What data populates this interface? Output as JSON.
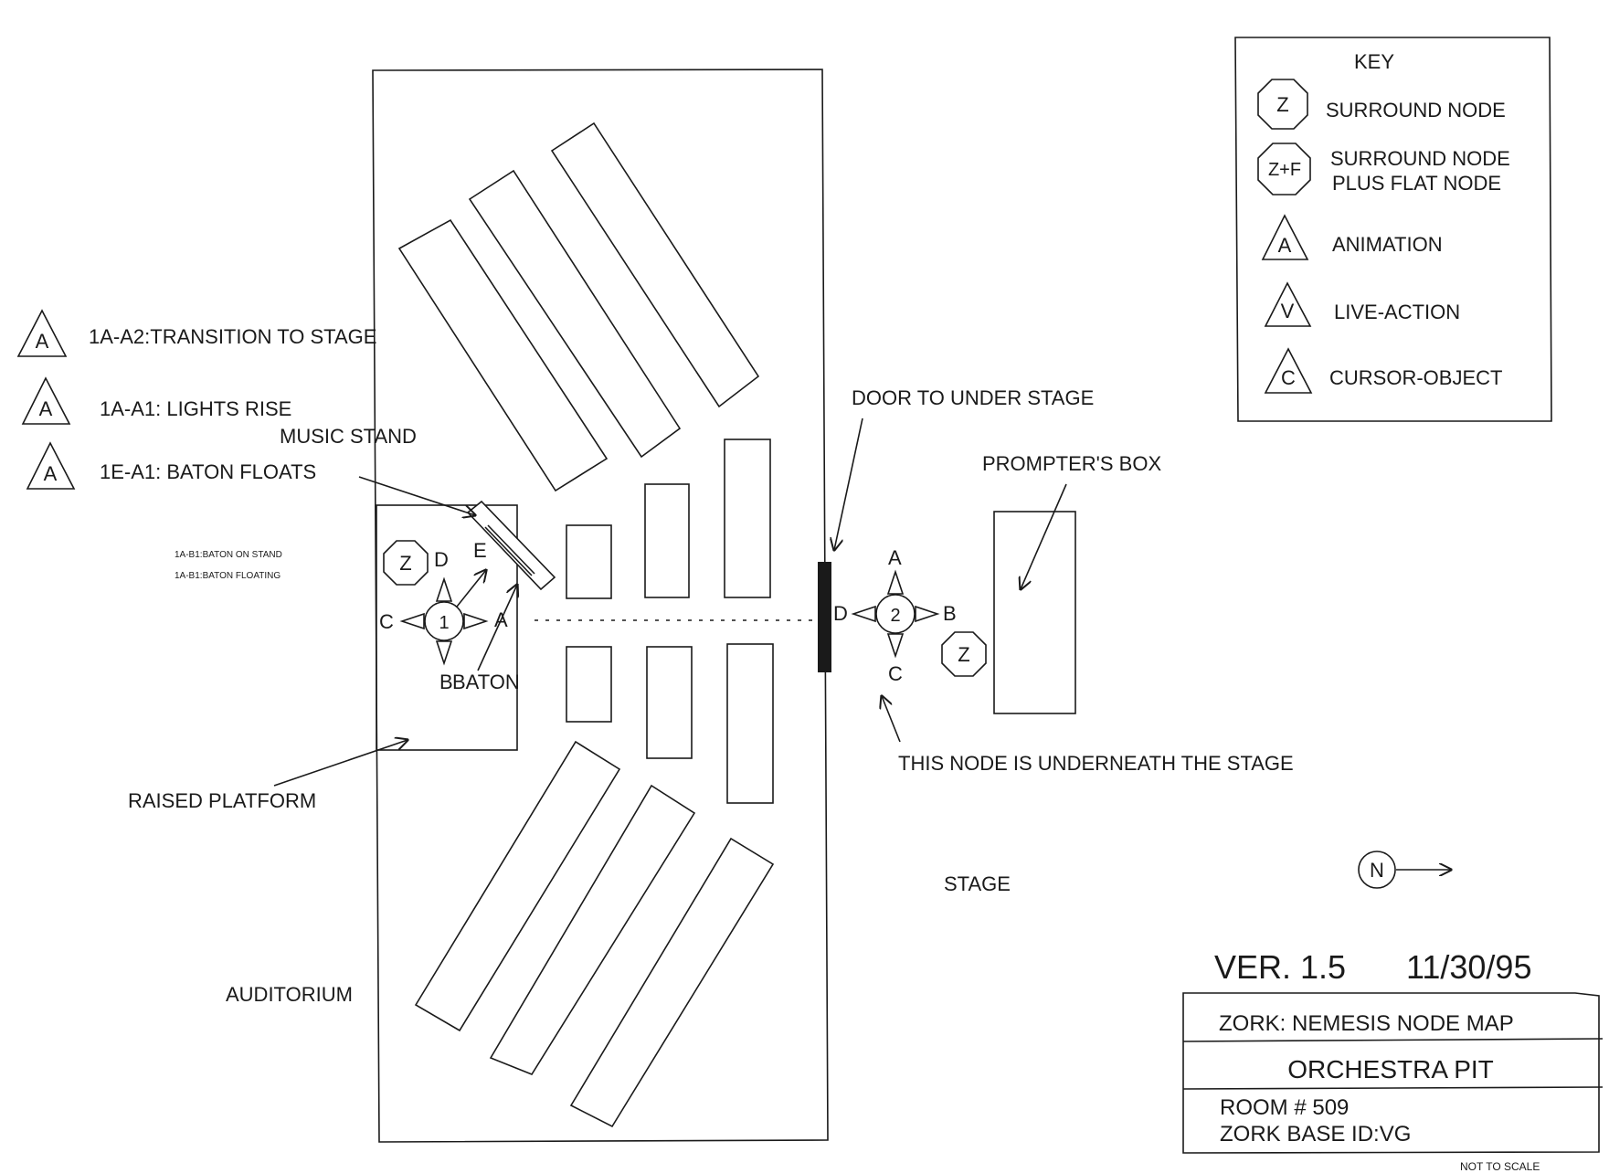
{
  "key": {
    "title": "KEY",
    "items": [
      {
        "symbol": "Z",
        "shape": "octagon",
        "label": "SURROUND NODE"
      },
      {
        "symbol": "Z+F",
        "shape": "octagon",
        "label_line1": "SURROUND NODE",
        "label_line2": "PLUS FLAT NODE"
      },
      {
        "symbol": "A",
        "shape": "triangle",
        "label": "ANIMATION"
      },
      {
        "symbol": "V",
        "shape": "triangle-down",
        "label": "LIVE-ACTION"
      },
      {
        "symbol": "C",
        "shape": "triangle",
        "label": "CURSOR-OBJECT"
      }
    ]
  },
  "animations": [
    {
      "symbol": "A",
      "label": "1A-A2:TRANSITION TO STAGE"
    },
    {
      "symbol": "A",
      "label": "1A-A1: LIGHTS RISE"
    },
    {
      "symbol": "A",
      "label": "1E-A1: BATON FLOATS"
    }
  ],
  "small_notes": [
    "1A-B1:BATON ON STAND",
    "1A-B1:BATON FLOATING"
  ],
  "labels": {
    "music_stand": "MUSIC STAND",
    "baton": "BATON",
    "raised_platform": "RAISED PLATFORM",
    "auditorium": "AUDITORIUM",
    "door": "DOOR TO UNDER STAGE",
    "prompters_box": "PROMPTER'S BOX",
    "under_stage_note": "THIS NODE IS UNDERNEATH THE STAGE",
    "stage": "STAGE",
    "north": "N"
  },
  "node1": {
    "number": "1",
    "dirs": {
      "up": "D",
      "right": "A",
      "down": "B",
      "left": "C",
      "diag": "E"
    },
    "surround": "Z"
  },
  "node2": {
    "number": "2",
    "dirs": {
      "up": "A",
      "right": "B",
      "down": "C",
      "left": "D"
    },
    "surround": "Z"
  },
  "title_block": {
    "version": "VER. 1.5",
    "date": "11/30/95",
    "game": "ZORK: NEMESIS NODE MAP",
    "room_name": "ORCHESTRA PIT",
    "room_number": "ROOM # 509",
    "base_id": "ZORK BASE ID:VG",
    "scale_note": "NOT TO SCALE"
  }
}
